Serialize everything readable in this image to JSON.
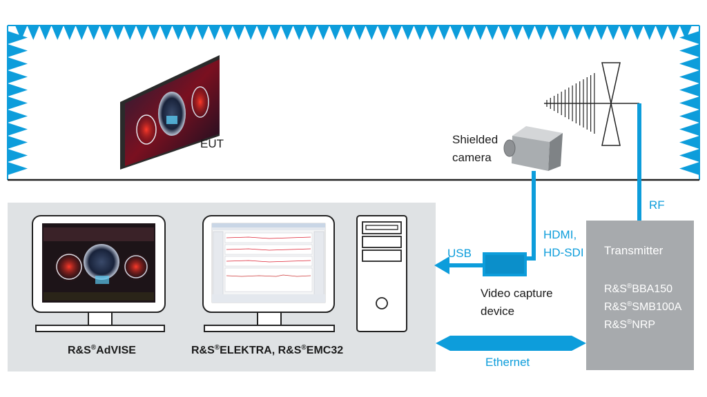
{
  "labels": {
    "eut": "EUT",
    "camera_line1": "Shielded",
    "camera_line2": "camera",
    "rf": "RF",
    "hdmi_line1": "HDMI,",
    "hdmi_line2": "HD-SDI",
    "usb": "USB",
    "capture_line1": "Video capture",
    "capture_line2": "device",
    "ethernet": "Ethernet",
    "advise_prefix": "R&S",
    "advise_name": "AdVISE",
    "elektra_prefix": "R&S",
    "elektra_mid": "ELEKTRA, R&S",
    "elektra_end": "EMC32",
    "reg": "®"
  },
  "transmitter": {
    "title": "Transmitter",
    "products": [
      {
        "prefix": "R&S",
        "reg": "®",
        "name": "BBA150"
      },
      {
        "prefix": "R&S",
        "reg": "®",
        "name": "SMB100A"
      },
      {
        "prefix": "R&S",
        "reg": "®",
        "name": "NRP"
      }
    ]
  },
  "colors": {
    "cable": "#0d9ddb",
    "absorber": "#0d9ddb",
    "panel": "#dfe2e4",
    "transmitter_box": "#a7aaad",
    "device": "#0d9ddb"
  }
}
